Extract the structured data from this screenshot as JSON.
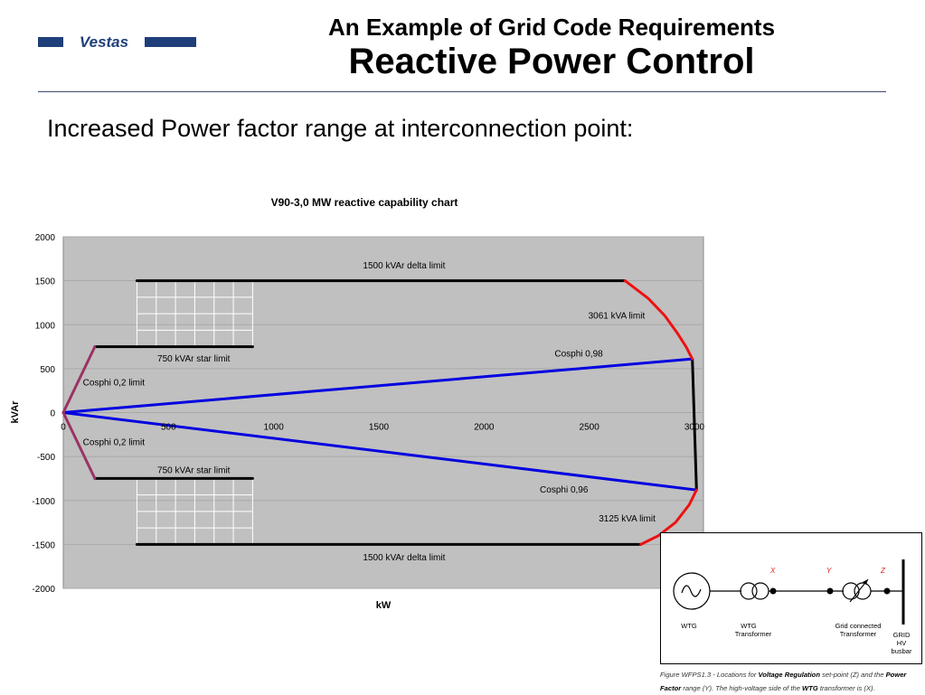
{
  "slide": {
    "title_line1": "An Example of Grid Code Requirements",
    "title_line2": "Reactive Power Control",
    "subtitle": "Increased Power factor range at interconnection point:",
    "logo_text": "Vestas"
  },
  "colors": {
    "logo": "#1f3f7a",
    "plot_background": "#c0c0c0",
    "delta_star_limits": "#000000",
    "cosphi_limit_lines": "#0000e0",
    "kva_limit_arc": "#ee1111",
    "cosphi_02_lines": "#993366"
  },
  "chart_data": {
    "type": "line",
    "title": "V90-3,0 MW reactive capability chart",
    "xlabel": "kW",
    "ylabel": "kVAr",
    "xlim": [
      0,
      3000
    ],
    "ylim": [
      -2000,
      2000
    ],
    "x_ticks": [
      0,
      500,
      1000,
      1500,
      2000,
      2500,
      3000
    ],
    "y_ticks": [
      2000,
      1500,
      1000,
      500,
      0,
      -500,
      -1000,
      -1500,
      -2000
    ],
    "grid": "horizontal",
    "series": [
      {
        "key": "delta_upper",
        "color": "#000000",
        "points": [
          [
            350,
            1500
          ],
          [
            2670,
            1500
          ]
        ]
      },
      {
        "key": "delta_lower",
        "color": "#000000",
        "points": [
          [
            350,
            -1500
          ],
          [
            2745,
            -1500
          ]
        ]
      },
      {
        "key": "star_upper",
        "color": "#000000",
        "points": [
          [
            150,
            750
          ],
          [
            900,
            750
          ]
        ]
      },
      {
        "key": "star_lower",
        "color": "#000000",
        "points": [
          [
            150,
            -750
          ],
          [
            900,
            -750
          ]
        ]
      },
      {
        "key": "pmax_vertical",
        "color": "#000000",
        "points": [
          [
            2990,
            610
          ],
          [
            3010,
            -880
          ]
        ]
      },
      {
        "key": "cosphi098_line",
        "color": "#0000e0",
        "points": [
          [
            0,
            0
          ],
          [
            2990,
            610
          ]
        ]
      },
      {
        "key": "cosphi096_line",
        "color": "#0000e0",
        "points": [
          [
            0,
            0
          ],
          [
            3010,
            -880
          ]
        ]
      },
      {
        "key": "kva3061_arc",
        "color": "#ee1111",
        "points": [
          [
            2670,
            1500
          ],
          [
            2780,
            1300
          ],
          [
            2860,
            1100
          ],
          [
            2920,
            900
          ],
          [
            2960,
            750
          ],
          [
            2990,
            610
          ]
        ]
      },
      {
        "key": "kva3125_arc",
        "color": "#ee1111",
        "points": [
          [
            3010,
            -880
          ],
          [
            2975,
            -1050
          ],
          [
            2910,
            -1250
          ],
          [
            2830,
            -1400
          ],
          [
            2745,
            -1500
          ]
        ]
      },
      {
        "key": "cosphi02_upper",
        "color": "#993366",
        "points": [
          [
            0,
            0
          ],
          [
            150,
            750
          ]
        ]
      },
      {
        "key": "cosphi02_lower",
        "color": "#993366",
        "points": [
          [
            0,
            0
          ],
          [
            150,
            -750
          ]
        ]
      }
    ],
    "star_boxes": [
      {
        "x": [
          350,
          900
        ],
        "y": [
          750,
          1500
        ]
      },
      {
        "x": [
          350,
          900
        ],
        "y": [
          -1500,
          -750
        ]
      }
    ],
    "annotations": [
      {
        "key": "delta_upper_label",
        "text": "1500 kVAr delta limit",
        "x": 1620,
        "y": 1680
      },
      {
        "key": "kva3061_label",
        "text": "3061 kVA limit",
        "x": 2630,
        "y": 1110
      },
      {
        "key": "cosphi098_label",
        "text": "Cosphi 0,98",
        "x": 2450,
        "y": 680
      },
      {
        "key": "star_upper_label",
        "text": "750 kVAr star limit",
        "x": 620,
        "y": 620
      },
      {
        "key": "cosphi02_upper_label",
        "text": "Cosphi 0,2 limit",
        "x": 240,
        "y": 350
      },
      {
        "key": "cosphi02_lower_label",
        "text": "Cosphi 0,2 limit",
        "x": 240,
        "y": -330
      },
      {
        "key": "star_lower_label",
        "text": "750 kVAr star limit",
        "x": 620,
        "y": -650
      },
      {
        "key": "cosphi096_label",
        "text": "Cosphi 0,96",
        "x": 2380,
        "y": -870
      },
      {
        "key": "kva3125_label",
        "text": "3125 kVA limit",
        "x": 2680,
        "y": -1200
      },
      {
        "key": "delta_lower_label",
        "text": "1500 kVAr delta limit",
        "x": 1620,
        "y": -1640
      }
    ]
  },
  "inset": {
    "marker_x": "X",
    "marker_y": "Y",
    "marker_z": "Z",
    "label_wtg": "WTG",
    "label_wtg_transformer_1": "WTG",
    "label_wtg_transformer_2": "Transformer",
    "label_grid_transformer_1": "Grid connected",
    "label_grid_transformer_2": "Transformer",
    "label_busbar_1": "GRID",
    "label_busbar_2": "HV",
    "label_busbar_3": "busbar"
  },
  "caption": {
    "part1": "Figure WFPS1.3 - Locations for ",
    "bold1": "Voltage Regulation",
    "part2": " set-point (Z) and the ",
    "bold2": "Power Factor",
    "part3": " range (Y). The high-voltage side of the ",
    "bold3": "WTG",
    "part4": " transformer is (X)."
  }
}
